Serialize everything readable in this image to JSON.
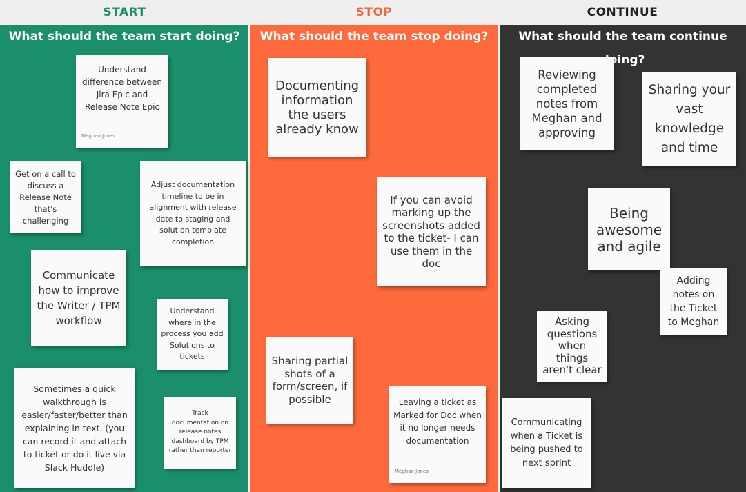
{
  "columns": [
    {
      "header": "START",
      "header_color": "#1a8f6a",
      "bg": "#1b8f6c",
      "title": "What should the team start doing?"
    },
    {
      "header": "STOP",
      "header_color": "#f36437",
      "bg": "#ff6a3d",
      "title": "What should the team stop doing?"
    },
    {
      "header": "CONTINUE",
      "header_color": "#222222",
      "bg": "#333333",
      "title": "What should the team continue doing?"
    }
  ],
  "notes": {
    "start": [
      {
        "text": "Understand difference between Jira Epic and Release Note Epic",
        "author": "Meghan Jones"
      },
      {
        "text": "Get on a call to discuss a Release Note that's challenging"
      },
      {
        "text": "Adjust documentation timeline to be in alignment with release date to staging and solution template completion"
      },
      {
        "text": "Communicate how to improve the Writer / TPM workflow"
      },
      {
        "text": "Understand where in the process you add Solutions to tickets"
      },
      {
        "text": "Sometimes a quick walkthrough is easier/faster/better than explaining in text. (you can record it and attach to ticket or do it live via Slack Huddle)"
      },
      {
        "text": "Track documentation on release notes dashboard by TPM rather than reporter"
      }
    ],
    "stop": [
      {
        "text": "Documenting information the users already know"
      },
      {
        "text": "If you can avoid marking up the screenshots added to the ticket- I can use them in the doc"
      },
      {
        "text": "Sharing partial shots of a form/screen, if possible"
      },
      {
        "text": "Leaving a ticket as Marked for Doc when it no longer needs documentation",
        "author": "Meghan Jones"
      }
    ],
    "continue": [
      {
        "text": "Reviewing completed notes from Meghan and approving"
      },
      {
        "text": "Sharing your vast knowledge and time"
      },
      {
        "text": "Being awesome and agile"
      },
      {
        "text": "Adding notes on the Ticket to Meghan"
      },
      {
        "text": "Asking questions when things aren't clear"
      },
      {
        "text": "Communicating when a Ticket is being pushed to next sprint"
      }
    ]
  }
}
